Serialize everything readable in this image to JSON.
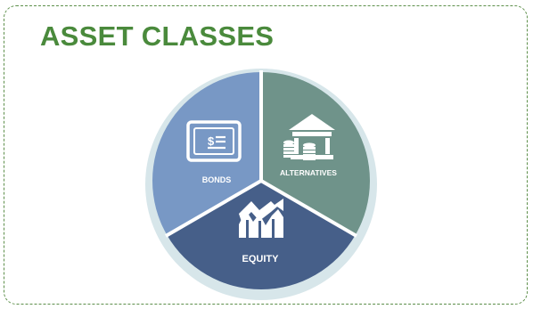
{
  "title": "ASSET CLASSES",
  "colors": {
    "title": "#4a8a3c",
    "border": "#5d8f4a",
    "ring": "#d7e6ea",
    "bonds": "#7898c5",
    "alternatives": "#6f938a",
    "equity": "#465f89",
    "divider": "#ffffff"
  },
  "segments": [
    {
      "label": "BONDS",
      "icon": "banknote-icon"
    },
    {
      "label": "ALTERNATIVES",
      "icon": "bank-coins-icon"
    },
    {
      "label": "EQUITY",
      "icon": "rising-chart-icon"
    }
  ]
}
